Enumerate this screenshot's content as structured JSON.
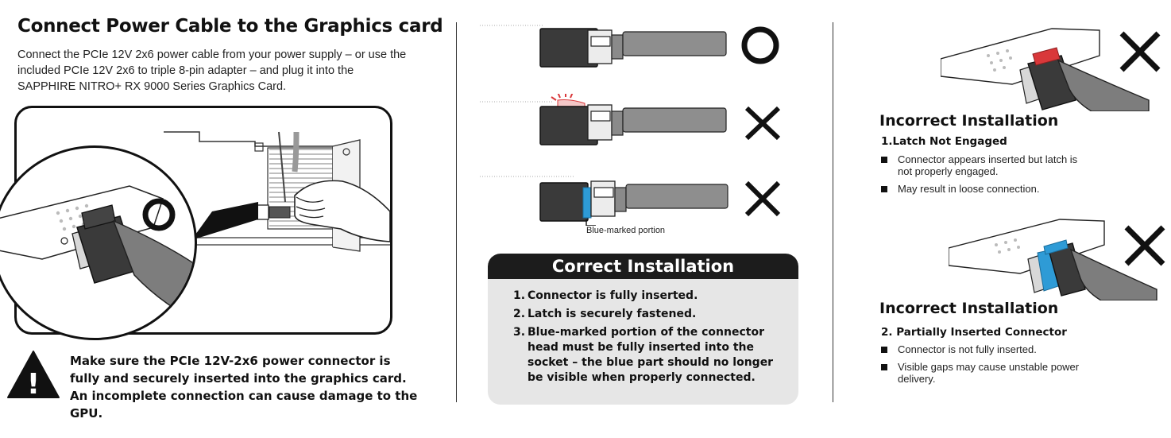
{
  "left": {
    "title": "Connect Power Cable to the Graphics card",
    "intro": "Connect the PCIe 12V 2x6 power cable from your power supply – or use the included PCIe 12V 2x6 to triple 8-pin adapter – and plug it into the SAPPHIRE NITRO+ RX 9000 Series Graphics Card.",
    "warning": "Make sure the PCIe 12V-2x6 power connector is fully and securely inserted into the graphics card. An incomplete connection can cause damage to the GPU.",
    "warning_icon_glyph": "!",
    "icons": [
      "warning-icon",
      "correct-circle-icon"
    ]
  },
  "middle": {
    "rows": [
      {
        "mark": "circle",
        "meaning": "correct"
      },
      {
        "mark": "cross",
        "meaning": "latch not engaged"
      },
      {
        "mark": "cross",
        "meaning": "partially inserted"
      }
    ],
    "blue_label": "Blue-marked portion",
    "correct": {
      "title": "Correct Installation",
      "items": [
        {
          "num": "1.",
          "text": "Connector is fully inserted."
        },
        {
          "num": "2.",
          "text": "Latch is securely fastened."
        },
        {
          "num": "3.",
          "text": "Blue-marked portion of the connector head must be fully inserted into the socket – the blue part should no longer be visible when properly connected."
        }
      ]
    }
  },
  "right": {
    "cases": [
      {
        "title": "Incorrect Installation",
        "subtitle": "1.Latch Not Engaged",
        "bullets": [
          "Connector appears inserted but latch is not properly engaged.",
          "May result in loose connection."
        ]
      },
      {
        "title": "Incorrect Installation",
        "subtitle": "2. Partially Inserted Connector",
        "bullets": [
          "Connector is not fully inserted.",
          "Visible gaps may cause unstable power delivery."
        ]
      }
    ]
  },
  "colors": {
    "text": "#111111",
    "connector_dark": "#3c3c3c",
    "cable_gray": "#8e8e8e",
    "blue_marked": "#2e9bd6",
    "red_latch": "#d9383a",
    "panel_gray": "#e6e6e6",
    "header_dark": "#1c1c1c"
  }
}
